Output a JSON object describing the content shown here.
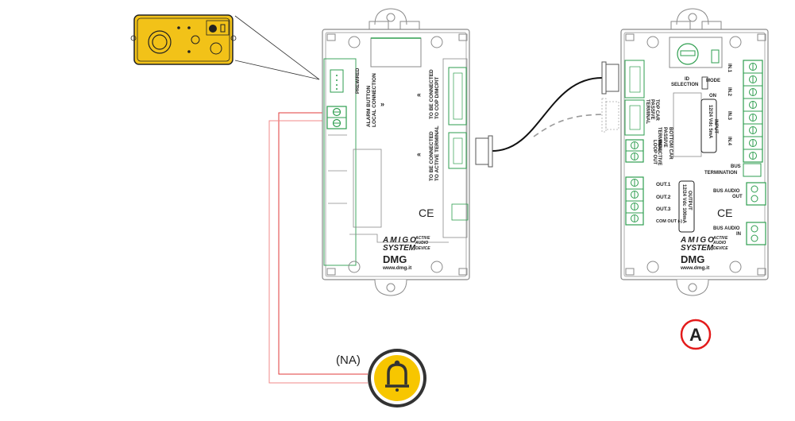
{
  "colors": {
    "device_outline": "#8a8a8a",
    "pcb_green": "#2e9e4f",
    "wire_red": "#e23b3b",
    "button_yellow": "#f7c600",
    "button_ring": "#333333",
    "marker_red": "#e31b1b",
    "cable_black": "#111111",
    "cable_dashed": "#9a9a9a"
  },
  "alarm_panel": {
    "name": "alarm-push-button-panel",
    "color": "#f2c218"
  },
  "left_device": {
    "pins": {
      "prewired": "PREWIRED",
      "alarm_button_1": "ALARM BUTTON",
      "alarm_button_2": "LOCAL CONNECTION"
    },
    "connector_top_1": "TO BE CONNECTED",
    "connector_top_2": "TO COP D/MCPIT",
    "connector_bottom_1": "TO BE CONNECTED",
    "connector_bottom_2": "TO ACTIVE TERMINAL",
    "ce_mark": "CE",
    "brand": {
      "line1": "AMIGO",
      "line2": "SYSTEM",
      "tag1": "ACTIVE",
      "tag2": "AUDIO",
      "tag3": "DEVICE",
      "logo": "DMG",
      "url": "www.dmg.it"
    }
  },
  "right_device": {
    "top_car_1": "TOP CAR",
    "top_car_2": "PASSIVE",
    "top_car_3": "TERMINAL",
    "bottom_car_1": "BOTTOM CAR",
    "bottom_car_2": "PASSIVE",
    "bottom_car_3": "TERMINAL",
    "id_selection_1": "ID",
    "id_selection_2": "SELECTION",
    "mode": "MODE",
    "on": "ON",
    "input_1": "INPUT",
    "input_2": "12/24 Vdc 5mA",
    "inputs": [
      "IN.1",
      "IN.2",
      "IN.3",
      "IN.4"
    ],
    "inductive_1": "INDUCTIVE",
    "inductive_2": "LOOP OUT",
    "outputs": [
      "OUT.1",
      "OUT.2",
      "OUT.3",
      "COM OUT (-)"
    ],
    "output_1": "OUTPUT",
    "output_2": "12/24 Vdc 100mA",
    "bus_termination_1": "BUS",
    "bus_termination_2": "TERMINATION",
    "bus_audio_out_1": "BUS AUDIO",
    "bus_audio_out_2": "OUT",
    "bus_audio_in_1": "BUS AUDIO",
    "bus_audio_in_2": "IN",
    "ce_mark": "CE",
    "brand": {
      "line1": "AMIGO",
      "line2": "SYSTEM",
      "tag1": "ACTIVE",
      "tag2": "AUDIO",
      "tag3": "DEVICE",
      "logo": "DMG",
      "url": "www.dmg.it"
    }
  },
  "alarm_button": {
    "label": "(NA)",
    "icon": "bell-icon"
  },
  "marker": {
    "label": "A"
  }
}
